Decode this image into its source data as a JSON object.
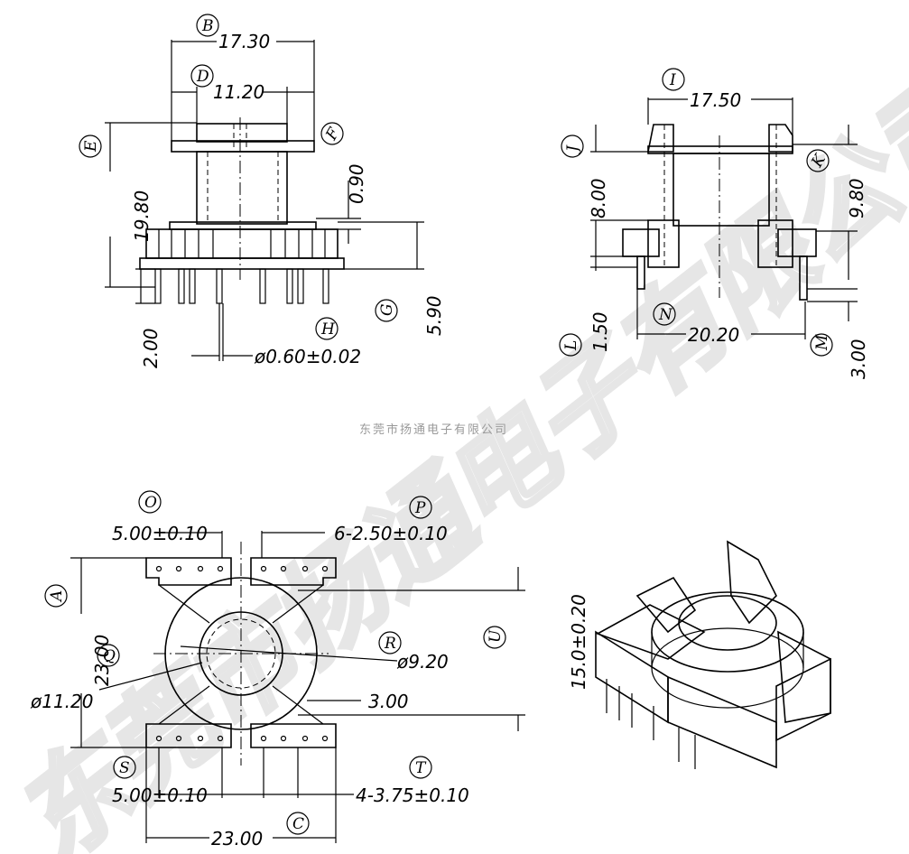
{
  "watermark": {
    "small_text": "东莞市扬通电子有限公司",
    "big_text": "东莞市扬通电子有限公司",
    "color": "#e6e6e6"
  },
  "front_view": {
    "B": {
      "letter": "B",
      "value": "17.30"
    },
    "D": {
      "letter": "D",
      "value": "11.20"
    },
    "E": {
      "letter": "E",
      "value": "19.80"
    },
    "F": {
      "letter": "F",
      "value": "0.90"
    },
    "G": {
      "letter": "G",
      "value": "5.90"
    },
    "H": {
      "letter": "H",
      "value": "ø0.60±0.02"
    },
    "pin_len": {
      "value": "2.00"
    }
  },
  "side_view": {
    "I": {
      "letter": "I",
      "value": "17.50"
    },
    "J": {
      "letter": "J",
      "value": "8.00"
    },
    "K": {
      "letter": "K",
      "value": "9.80"
    },
    "L": {
      "letter": "L",
      "value": "1.50"
    },
    "M": {
      "letter": "M",
      "value": "3.00"
    },
    "N": {
      "letter": "N",
      "value": "20.20"
    }
  },
  "bottom_view": {
    "O": {
      "letter": "O",
      "value": "5.00±0.10"
    },
    "P": {
      "letter": "P",
      "value": "6-2.50±0.10"
    },
    "A": {
      "letter": "A",
      "value": "23.00"
    },
    "Q": {
      "letter": "Q",
      "value": "ø11.20"
    },
    "R": {
      "letter": "R",
      "value": "ø9.20"
    },
    "U": {
      "letter": "U",
      "value": "15.0±0.20"
    },
    "gap": {
      "value": "3.00"
    },
    "S": {
      "letter": "S",
      "value": "5.00±0.10"
    },
    "T": {
      "letter": "T",
      "value": "4-3.75±0.10"
    },
    "C": {
      "letter": "C",
      "value": "23.00"
    }
  }
}
